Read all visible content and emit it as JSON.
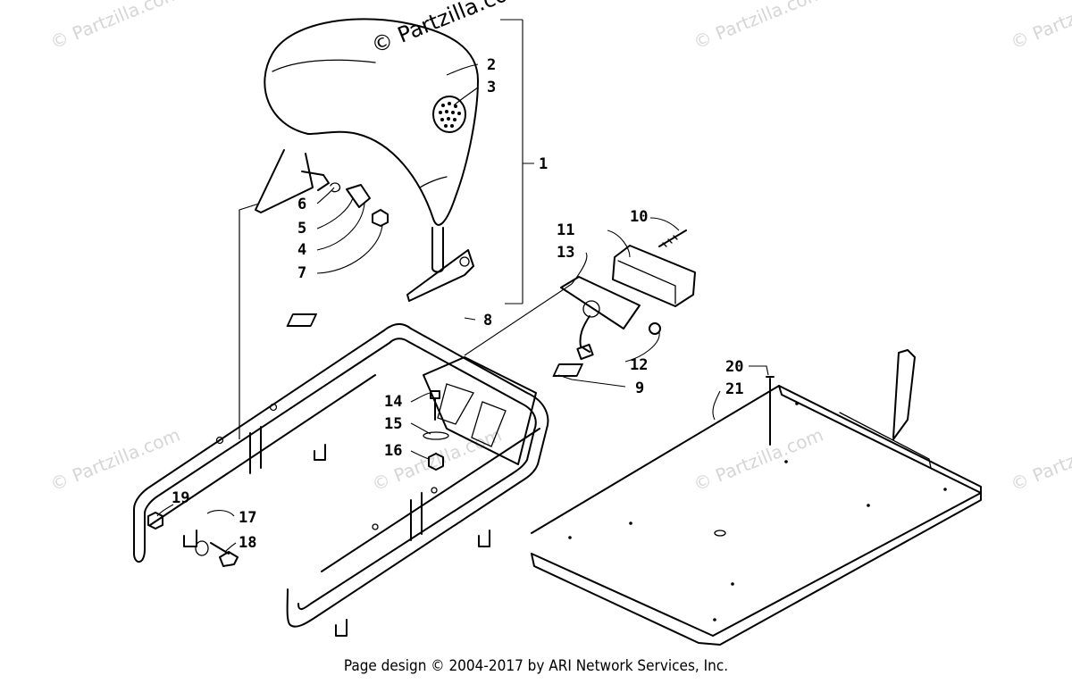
{
  "watermark": "© Partzilla.com",
  "callouts": {
    "c1": "1",
    "c2": "2",
    "c3": "3",
    "c4": "4",
    "c5": "5",
    "c6": "6",
    "c7": "7",
    "c8": "8",
    "c9": "9",
    "c10": "10",
    "c11": "11",
    "c12": "12",
    "c13": "13",
    "c14": "14",
    "c15": "15",
    "c16": "16",
    "c17": "17",
    "c18": "18",
    "c19": "19",
    "c20": "20",
    "c21": "21"
  },
  "footer": "Page design © 2004-2017 by ARI Network Services, Inc."
}
